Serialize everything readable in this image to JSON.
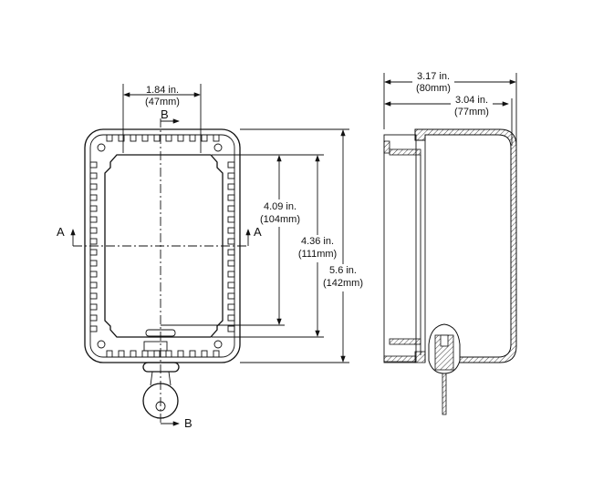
{
  "front_view": {
    "width_dim": {
      "inches": "1.84 in.",
      "mm": "(47mm)"
    },
    "inner_height_dim": {
      "inches": "4.09 in.",
      "mm": "(104mm)"
    },
    "opening_height_dim": {
      "inches": "4.36 in.",
      "mm": "(111mm)"
    },
    "overall_height_dim": {
      "inches": "5.6 in.",
      "mm": "(142mm)"
    },
    "section_a_label": "A",
    "section_b_label": "B"
  },
  "side_view": {
    "overall_depth_dim": {
      "inches": "3.17 in.",
      "mm": "(80mm)"
    },
    "cover_depth_dim": {
      "inches": "3.04 in.",
      "mm": "(77mm)"
    }
  }
}
